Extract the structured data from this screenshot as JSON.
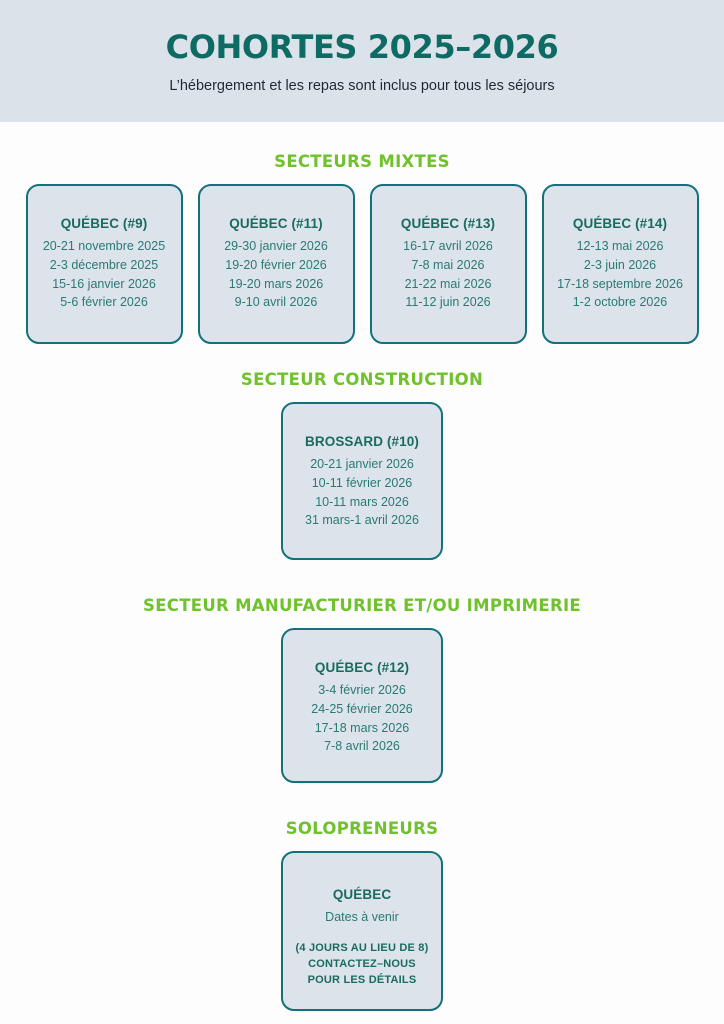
{
  "header": {
    "title": "COHORTES 2025–2026",
    "subtitle": "L’hébergement et les repas sont inclus pour tous les séjours",
    "background_color": "#dce2ea",
    "title_color": "#0d6b64"
  },
  "theme": {
    "page_background": "#fdfdfd",
    "accent_green": "#6fc22b",
    "card_background": "#dce3ea",
    "card_border": "#14707a",
    "card_title_color": "#1a6b5e",
    "card_text_color": "#2a7a74"
  },
  "sections": [
    {
      "heading": "SECTEURS MIXTES",
      "cards": [
        {
          "title": "QUÉBEC (#9)",
          "dates": [
            "20-21 novembre 2025",
            "2-3 décembre 2025",
            "15-16 janvier 2026",
            "5-6 février 2026"
          ]
        },
        {
          "title": "QUÉBEC (#11)",
          "dates": [
            "29-30 janvier 2026",
            "19-20 février 2026",
            "19-20 mars 2026",
            "9-10 avril 2026"
          ]
        },
        {
          "title": "QUÉBEC (#13)",
          "dates": [
            "16-17 avril 2026",
            "7-8 mai 2026",
            "21-22 mai 2026",
            "11-12 juin 2026"
          ]
        },
        {
          "title": "QUÉBEC (#14)",
          "dates": [
            "12-13 mai 2026",
            "2-3 juin 2026",
            "17-18 septembre 2026",
            "1-2 octobre 2026"
          ]
        }
      ]
    },
    {
      "heading": "SECTEUR CONSTRUCTION",
      "cards": [
        {
          "title": "BROSSARD (#10)",
          "dates": [
            "20-21 janvier 2026",
            "10-11 février 2026",
            "10-11 mars 2026",
            "31 mars-1 avril 2026"
          ]
        }
      ]
    },
    {
      "heading": "SECTEUR MANUFACTURIER ET/OU IMPRIMERIE",
      "cards": [
        {
          "title": "QUÉBEC (#12)",
          "dates": [
            "3-4 février 2026",
            "24-25 février 2026",
            "17-18 mars 2026",
            "7-8 avril 2026"
          ]
        }
      ]
    },
    {
      "heading": "SOLOPRENEURS",
      "cards": [
        {
          "title": "QUÉBEC",
          "dates": [
            "Dates à venir"
          ],
          "note": [
            "(4 JOURS AU LIEU DE 8)",
            "CONTACTEZ–NOUS",
            "POUR LES DÉTAILS"
          ]
        }
      ]
    }
  ]
}
